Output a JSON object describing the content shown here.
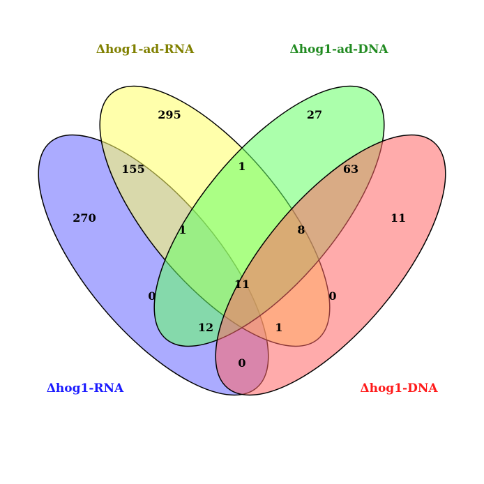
{
  "sets": {
    "hog1_ad_rna": {
      "label": "Δhog1-ad-RNA",
      "color": "#808000",
      "fill": "#ffff66"
    },
    "hog1_ad_dna": {
      "label": "Δhog1-ad-DNA",
      "color": "#228B22",
      "fill": "#66ff66"
    },
    "hog1_rna": {
      "label": "Δhog1-RNA",
      "color": "#1a1aff",
      "fill": "#6666ff"
    },
    "hog1_dna": {
      "label": "Δhog1-DNA",
      "color": "#ff1a1a",
      "fill": "#ff6666"
    }
  },
  "regions": {
    "rna_only": "270",
    "ad_rna_only": "295",
    "ad_dna_only": "27",
    "dna_only": "11",
    "rna_ad_rna": "155",
    "ad_rna_ad_dna": "1",
    "ad_dna_dna": "63",
    "rna_ad_rna_ad_dna": "1",
    "ad_rna_ad_dna_dna": "8",
    "rna_ad_dna": "0",
    "ad_rna_dna": "0",
    "all_four": "11",
    "rna_ad_rna_dna": "12",
    "rna_ad_dna_dna": "1",
    "rna_dna": "0"
  }
}
